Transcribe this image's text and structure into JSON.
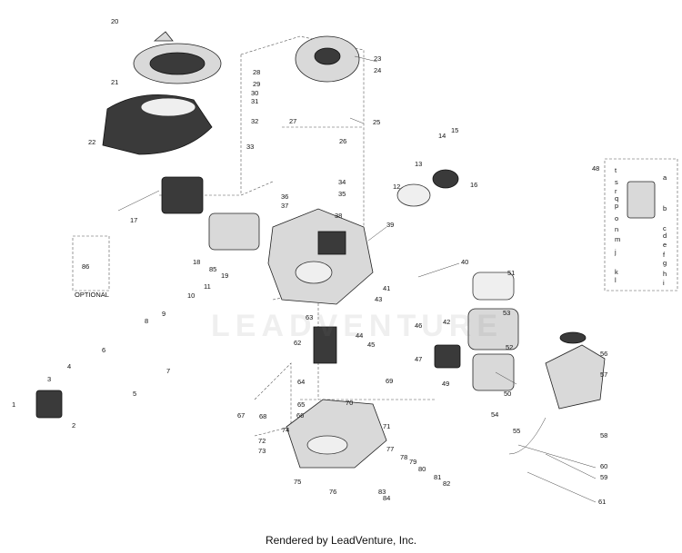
{
  "watermark": "LEADVENTURE",
  "optional_label": "OPTIONAL",
  "footer_text": "Rendered by LeadVenture, Inc.",
  "callouts": [
    "1",
    "2",
    "3",
    "4",
    "5",
    "6",
    "7",
    "8",
    "9",
    "10",
    "11",
    "12",
    "13",
    "14",
    "15",
    "16",
    "17",
    "18",
    "19",
    "20",
    "21",
    "22",
    "23",
    "24",
    "25",
    "26",
    "27",
    "28",
    "29",
    "30",
    "31",
    "32",
    "33",
    "34",
    "35",
    "36",
    "37",
    "38",
    "39",
    "40",
    "41",
    "42",
    "43",
    "44",
    "45",
    "46",
    "47",
    "48",
    "49",
    "50",
    "51",
    "52",
    "53",
    "54",
    "55",
    "56",
    "57",
    "58",
    "59",
    "60",
    "61",
    "62",
    "63",
    "64",
    "65",
    "66",
    "67",
    "68",
    "69",
    "70",
    "71",
    "72",
    "73",
    "74",
    "75",
    "76",
    "77",
    "78",
    "79",
    "80",
    "81",
    "82",
    "83",
    "84",
    "85",
    "86"
  ],
  "carb_kit_letters": [
    "a",
    "b",
    "c",
    "d",
    "e",
    "f",
    "g",
    "h",
    "i",
    "j",
    "k",
    "l",
    "m",
    "n",
    "o",
    "p",
    "q",
    "r",
    "s",
    "t"
  ]
}
